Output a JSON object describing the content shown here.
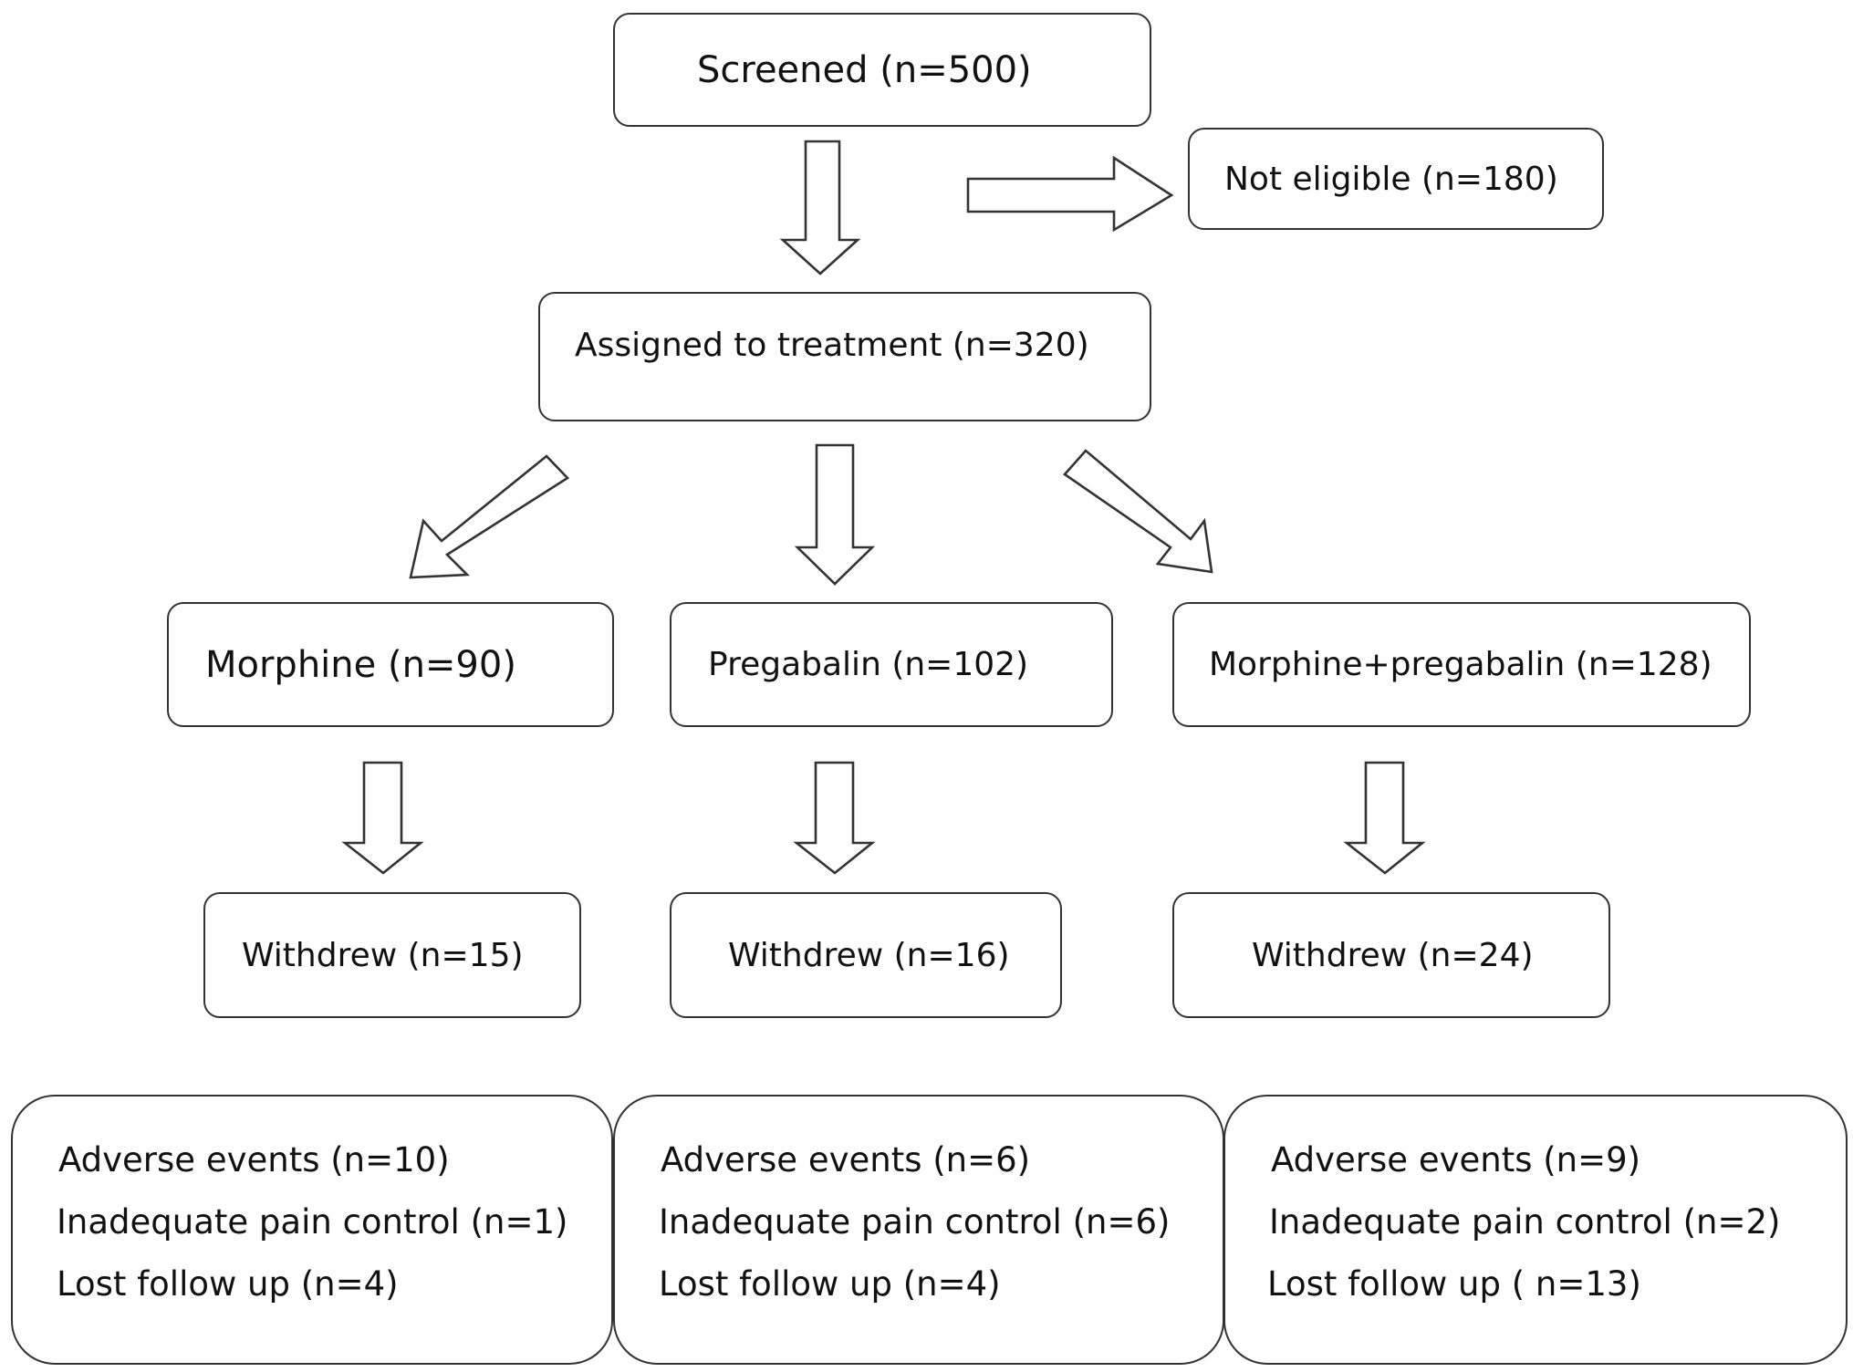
{
  "screened": "Screened (n=500)",
  "not_eligible": "Not eligible (n=180)",
  "assigned": "Assigned to treatment (n=320)",
  "groups": [
    {
      "name": "Morphine (n=90)",
      "withdrew": "Withdrew (n=15)",
      "reasons": [
        "Adverse events (n=10)",
        "Inadequate pain control (n=1)",
        "Lost follow up (n=4)"
      ]
    },
    {
      "name": "Pregabalin (n=102)",
      "withdrew": "Withdrew (n=16)",
      "reasons": [
        "Adverse events (n=6)",
        "Inadequate pain control  (n=6)",
        "Lost follow up (n=4)"
      ]
    },
    {
      "name": "Morphine+pregabalin  (n=128)",
      "withdrew": "Withdrew (n=24)",
      "reasons": [
        "Adverse events (n=9)",
        "Inadequate pain control (n=2)",
        "Lost follow up ( n=13)"
      ]
    }
  ],
  "colors": {
    "stroke": "#333333",
    "text": "#111111",
    "background": "#ffffff"
  }
}
